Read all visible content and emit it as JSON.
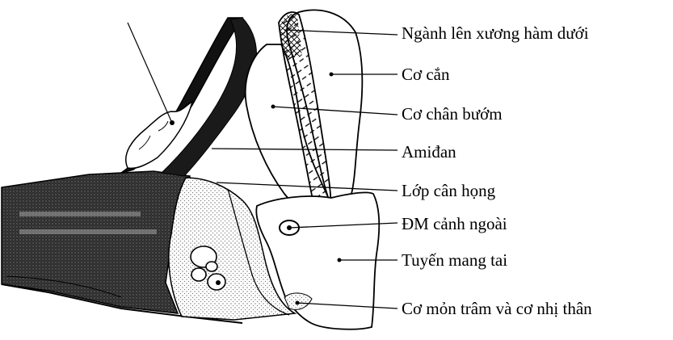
{
  "labels": [
    "Ngành lên xương hàm dưới",
    "Cơ cắn",
    "Cơ chân bướm",
    "Amiđan",
    "Lớp cân họng",
    "ĐM cảnh ngoài",
    "Tuyến mang tai",
    "Cơ mỏn trâm và cơ nhị thân"
  ]
}
